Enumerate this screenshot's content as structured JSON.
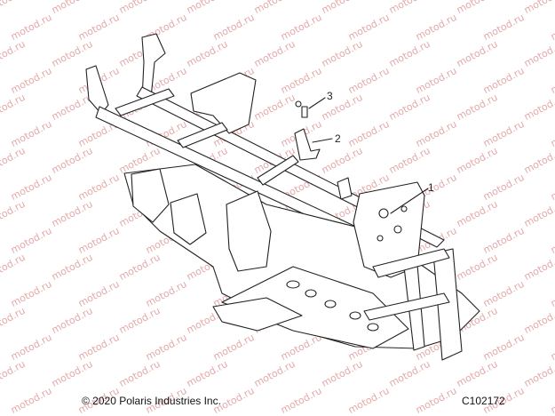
{
  "watermark": {
    "text": "motod.ru",
    "color": "#e5a9a9"
  },
  "callouts": [
    {
      "label": "1"
    },
    {
      "label": "2"
    },
    {
      "label": "3"
    }
  ],
  "footer": {
    "copyright": "© 2020 Polaris Industries Inc.",
    "figure_id": "C102172"
  }
}
